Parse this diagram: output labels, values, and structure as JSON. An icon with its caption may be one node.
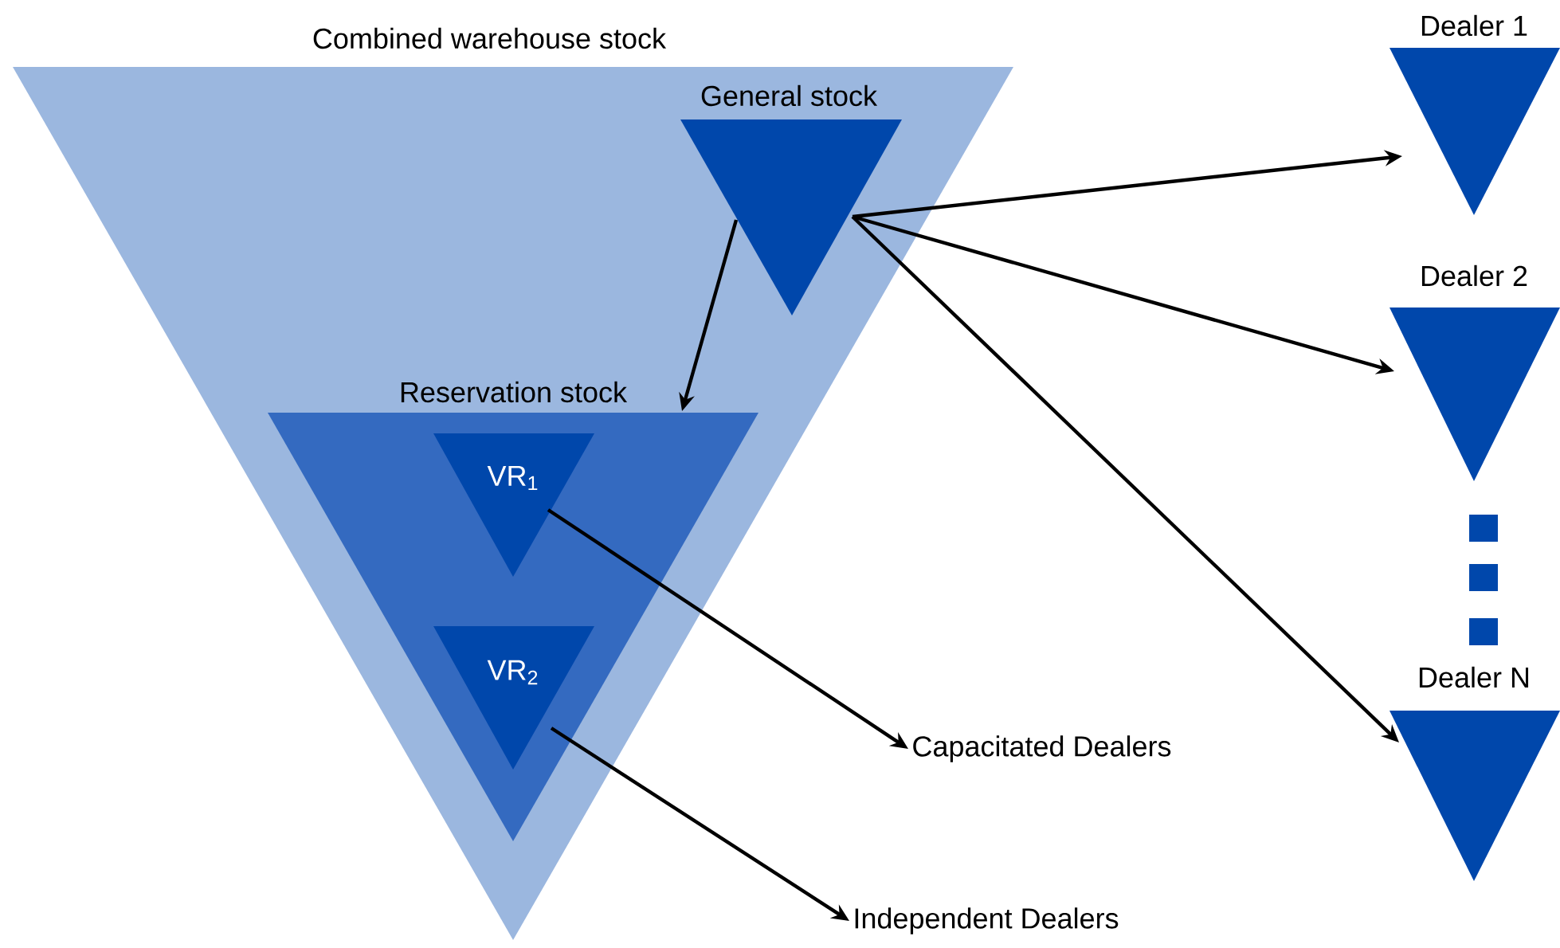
{
  "diagram": {
    "nodes": [
      {
        "text": [
          "Combined warehouse stock"
        ]
      },
      {
        "text": [
          "General stock"
        ],
        "in": 0
      },
      {
        "text": [
          "Reservation stock"
        ],
        "in": 0
      },
      {
        "text": [
          "VR$_{1}$"
        ],
        "in": 2
      },
      {
        "text": [
          "VR$_{2}$"
        ],
        "in": 2
      },
      {
        "text": [
          "Capacitated Dealers"
        ]
      },
      {
        "text": [
          "Independent Dealers"
        ]
      },
      {
        "text": [
          "Dealer 1"
        ]
      },
      {
        "text": [
          "Dealer 2"
        ]
      },
      {
        "text": [
          "Dealer N"
        ]
      }
    ],
    "edges": [
      {
        "from": 1,
        "to": 2,
        "arrow": "to"
      },
      {
        "from": 1,
        "to": 7,
        "arrow": "to"
      },
      {
        "from": 1,
        "to": 8,
        "arrow": "to"
      },
      {
        "from": 1,
        "to": 9,
        "arrow": "to"
      },
      {
        "from": 3,
        "to": 5,
        "arrow": "to"
      },
      {
        "from": 4,
        "to": 6,
        "arrow": "to"
      }
    ]
  }
}
